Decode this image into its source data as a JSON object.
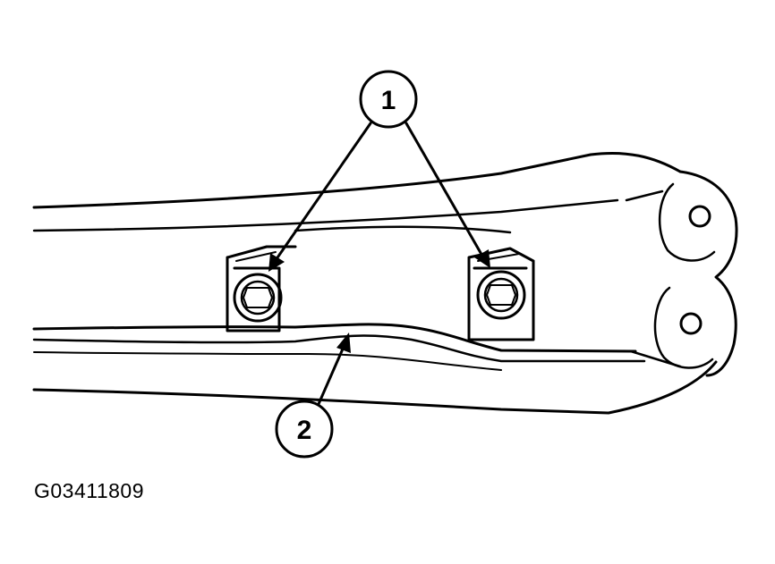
{
  "callouts": {
    "one": "1",
    "two": "2"
  },
  "figure_code": "G03411809",
  "colors": {
    "line": "#000000",
    "background": "#ffffff"
  }
}
